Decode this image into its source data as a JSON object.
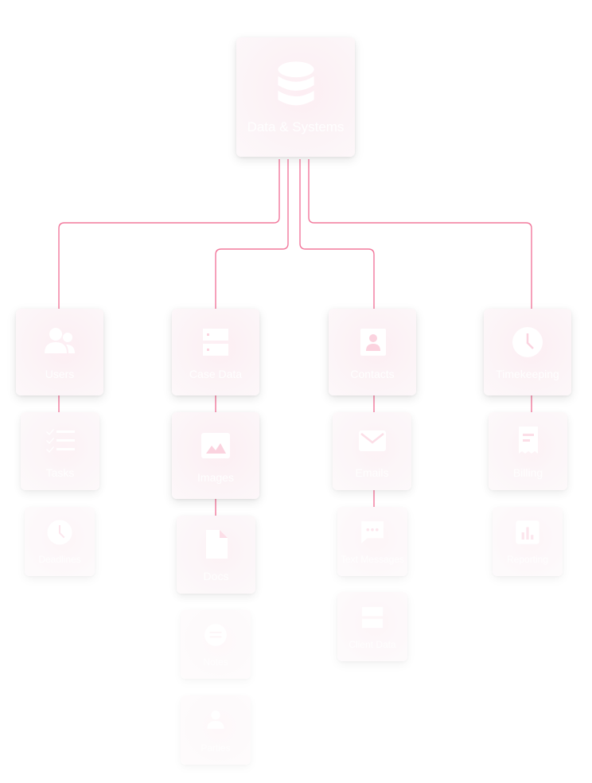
{
  "diagram": {
    "colors": {
      "connector": "#f2789c",
      "node_tint": "#fdeef3",
      "icon": "#ffffff"
    },
    "root": {
      "label": "Data & Systems",
      "icon": "database-icon"
    },
    "branches": [
      {
        "label": "Users",
        "icon": "users-icon",
        "children": [
          {
            "label": "Tasks",
            "icon": "task-list-icon"
          },
          {
            "label": "Deadlines",
            "icon": "clock-icon"
          }
        ]
      },
      {
        "label": "Case Data",
        "icon": "server-icon",
        "children": [
          {
            "label": "Images",
            "icon": "image-icon"
          },
          {
            "label": "Docs",
            "icon": "document-icon"
          },
          {
            "label": "Notes",
            "icon": "notes-icon"
          },
          {
            "label": "Parties",
            "icon": "person-icon"
          }
        ]
      },
      {
        "label": "Contacts",
        "icon": "contact-card-icon",
        "children": [
          {
            "label": "Emails",
            "icon": "envelope-icon"
          },
          {
            "label": "Text Messages",
            "icon": "chat-bubble-icon"
          },
          {
            "label": "Client Data",
            "icon": "server-icon"
          }
        ]
      },
      {
        "label": "Timekeeping",
        "icon": "clock-icon",
        "children": [
          {
            "label": "Billing",
            "icon": "receipt-icon"
          },
          {
            "label": "Reporting",
            "icon": "bar-chart-icon"
          }
        ]
      }
    ]
  }
}
